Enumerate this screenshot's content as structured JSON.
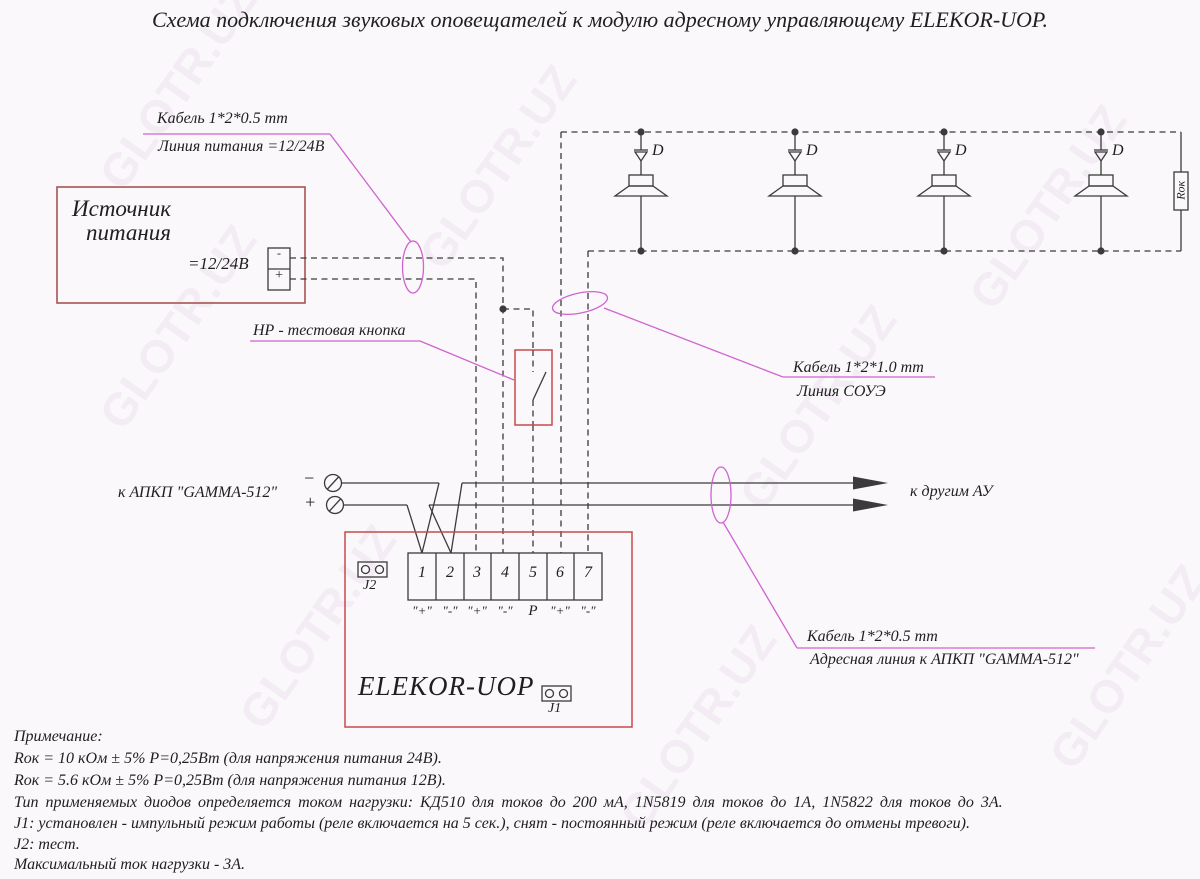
{
  "title": "Схема подключения звуковых оповещателей к модулю адресному управляющему ELEKOR-UOP.",
  "watermark": "GLOTR.UZ",
  "colors": {
    "bg": "#faf8fa",
    "ink": "#1f1f1f",
    "line": "#3b3b3b",
    "magenta": "#cf63cf",
    "red1": "#a85454",
    "red2": "#c64a4a"
  },
  "power_supply": {
    "title_line1": "Источник",
    "title_line2": "питания",
    "voltage": "=12/24В",
    "terminal_minus": "-",
    "terminal_plus": "+"
  },
  "labels": {
    "cable_power_line1": "Кабель 1*2*0.5 mm",
    "cable_power_line2": "Линия питания =12/24В",
    "cable_soue_line1": "Кабель 1*2*1.0 mm",
    "cable_soue_line2": "Линия СОУЭ",
    "cable_addr_line1": "Кабель 1*2*0.5 mm",
    "cable_addr_line2": "Адресная линия к АПКП \"GAMMA-512\"",
    "test_button": "НР - тестовая кнопка",
    "to_apkp": "к АПКП \"GAMMA-512\"",
    "to_other_au": "к другим АУ",
    "minus_sign": "−",
    "plus_sign": "+",
    "diode": "D",
    "resistor": "Rок"
  },
  "module": {
    "name": "ELEKOR-UOP",
    "jumper_j1": "J1",
    "jumper_j2": "J2",
    "terminals": [
      {
        "number": "1",
        "label": "\"+\""
      },
      {
        "number": "2",
        "label": "\"-\""
      },
      {
        "number": "3",
        "label": "\"+\""
      },
      {
        "number": "4",
        "label": "\"-\""
      },
      {
        "number": "5",
        "label": "P"
      },
      {
        "number": "6",
        "label": "\"+\""
      },
      {
        "number": "7",
        "label": "\"-\""
      }
    ]
  },
  "notes": [
    "Примечание:",
    "Rок = 10 кОм  ± 5%  P=0,25Вт (для напряжения питания 24В).",
    "Rок = 5.6 кОм  ± 5%  P=0,25Вт (для напряжения питания 12В).",
    "Тип  применяемых  диодов  определяется  током  нагрузки:  КД510  для  токов  до  200 мА, 1N5819 для токов до 1А, 1N5822 для токов до 3А.",
    "J1: установлен - импульный режим работы (реле включается на 5 сек.), снят - постоянный режим (реле включается до отмены тревоги).",
    "J2: тест.",
    "Максимальный ток нагрузки - 3А."
  ]
}
